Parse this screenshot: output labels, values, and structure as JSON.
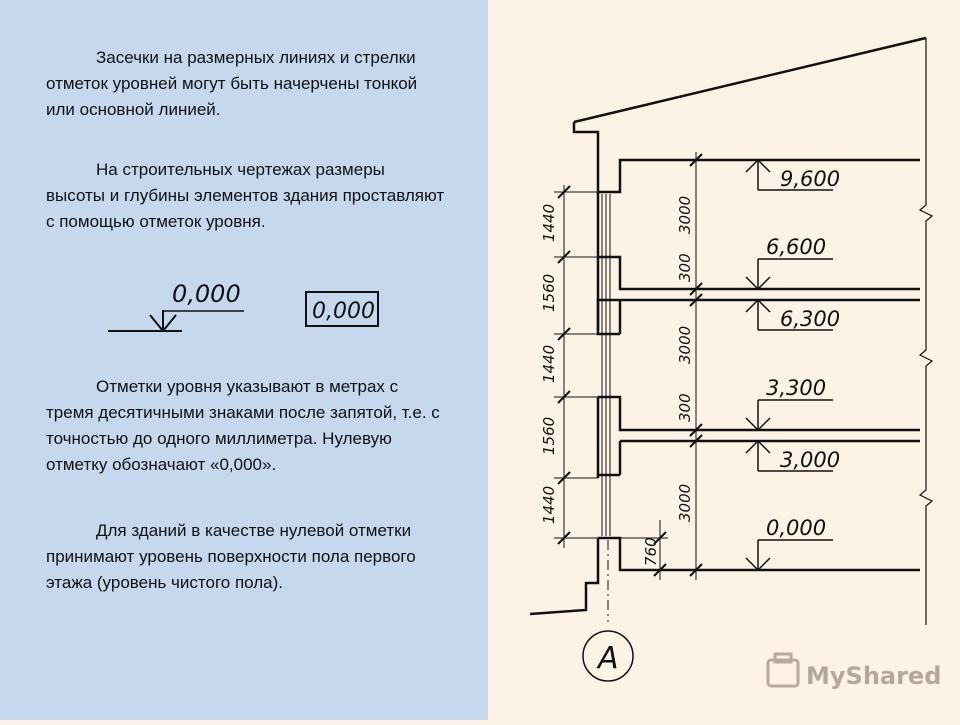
{
  "text": {
    "p1": "Засечки на размерных линиях и стрелки отметок уровней могут быть начерчены тонкой или основной линией.",
    "p2": "На строительных чертежах размеры высоты и глубины элементов здания проставляют с помощью отметок уровня.",
    "p3": "Отметки уровня указывают в метрах с тремя десятичными знаками после запятой, т.е. с точностью до одного миллиметра. Нулевую отметку обозначают «0,000».",
    "p4": "Для зданий в качестве нулевой отметки принимают уровень поверхности пола первого этажа (уровень чистого пола)."
  },
  "examples": {
    "arrow_mark": "0,000",
    "boxed_mark": "0,000"
  },
  "drawing": {
    "levels": [
      "9,600",
      "6,600",
      "6,300",
      "3,300",
      "3,000",
      "0,000"
    ],
    "left_dims": [
      "1440",
      "1560",
      "1440",
      "1560",
      "1440"
    ],
    "right_dims": [
      "3000",
      "300",
      "3000",
      "300",
      "3000"
    ],
    "base_dim": "760",
    "axis_label": "А"
  },
  "watermark": "MyShared"
}
